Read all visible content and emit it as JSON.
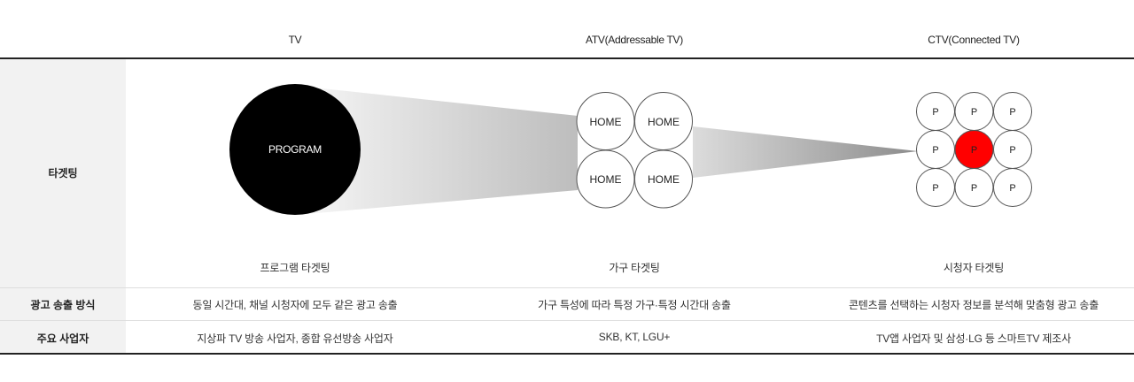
{
  "columns": {
    "tv": "TV",
    "atv": "ATV(Addressable TV)",
    "ctv": "CTV(Connected TV)"
  },
  "rows": {
    "targeting": {
      "label": "타겟팅",
      "tv": "프로그램 타겟팅",
      "atv": "가구 타겟팅",
      "ctv": "시청자 타겟팅"
    },
    "ad_method": {
      "label": "광고 송출 방식",
      "tv": "동일 시간대, 채널 시청자에 모두 같은 광고 송출",
      "atv": "가구 특성에 따라 특정 가구·특정 시간대 송출",
      "ctv": "콘텐츠를 선택하는 시청자 정보를 분석해 맞춤형 광고 송출"
    },
    "operators": {
      "label": "주요 사업자",
      "tv": "지상파 TV 방송 사업자, 종합 유선방송 사업자",
      "atv": "SKB, KT, LGU+",
      "ctv": "TV앱 사업자 및 삼성·LG 등 스마트TV 제조사"
    }
  },
  "diagram": {
    "program": "PROGRAM",
    "home_labels": [
      "HOME",
      "HOME",
      "HOME",
      "HOME"
    ],
    "p_labels": [
      "P",
      "P",
      "P",
      "P",
      "P",
      "P",
      "P",
      "P",
      "P"
    ],
    "colors": {
      "program_fill": "#000000",
      "highlight": "#ff0000",
      "funnel_start": "#dcdcdc",
      "funnel_end": "#8c8c8c"
    }
  }
}
